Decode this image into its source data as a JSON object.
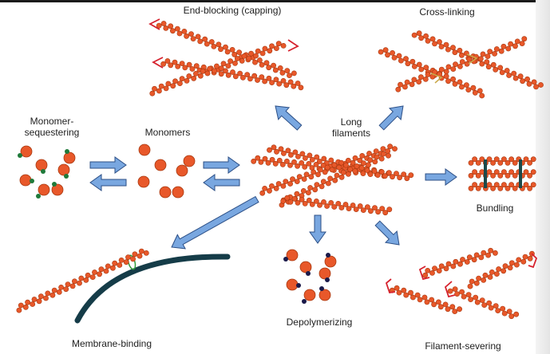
{
  "title": "Actin-binding protein functions",
  "colors": {
    "subunit_fill": "#e8582a",
    "subunit_stroke": "#a8380f",
    "arrow_fill": "#79a7e0",
    "arrow_stroke": "#2c4f86",
    "cap_bracket": "#d6222e",
    "sequester_protein": "#1f7a3a",
    "depolymerize_protein": "#1a1a4a",
    "crosslink_protein": "#c9a84a",
    "bundle_protein": "#1c4a4a",
    "membrane": "#153c48",
    "membrane_anchor": "#2f9a3a"
  },
  "labels": {
    "end_blocking": "End-blocking (capping)",
    "cross_linking": "Cross-linking",
    "monomer_sequestering": "Monomer-\nsequestering",
    "monomers": "Monomers",
    "long_filaments": "Long\nfilaments",
    "bundling": "Bundling",
    "membrane_binding": "Membrane-binding",
    "depolymerizing": "Depolymerizing",
    "filament_severing": "Filament-severing"
  },
  "arrows": [
    {
      "name": "arrow-sequestered-to-monomers",
      "from": "monomer-sequestering",
      "to": "monomers"
    },
    {
      "name": "arrow-monomers-to-sequestered",
      "from": "monomers",
      "to": "monomer-sequestering"
    },
    {
      "name": "arrow-monomers-to-filaments",
      "from": "monomers",
      "to": "long-filaments"
    },
    {
      "name": "arrow-filaments-to-monomers",
      "from": "long-filaments",
      "to": "monomers"
    },
    {
      "name": "arrow-to-end-blocking",
      "from": "long-filaments",
      "to": "end-blocking"
    },
    {
      "name": "arrow-to-cross-linking",
      "from": "long-filaments",
      "to": "cross-linking"
    },
    {
      "name": "arrow-to-bundling",
      "from": "long-filaments",
      "to": "bundling"
    },
    {
      "name": "arrow-to-filament-severing",
      "from": "long-filaments",
      "to": "filament-severing"
    },
    {
      "name": "arrow-to-depolymerizing",
      "from": "long-filaments",
      "to": "depolymerizing"
    },
    {
      "name": "arrow-to-membrane-binding",
      "from": "long-filaments",
      "to": "membrane-binding"
    }
  ]
}
